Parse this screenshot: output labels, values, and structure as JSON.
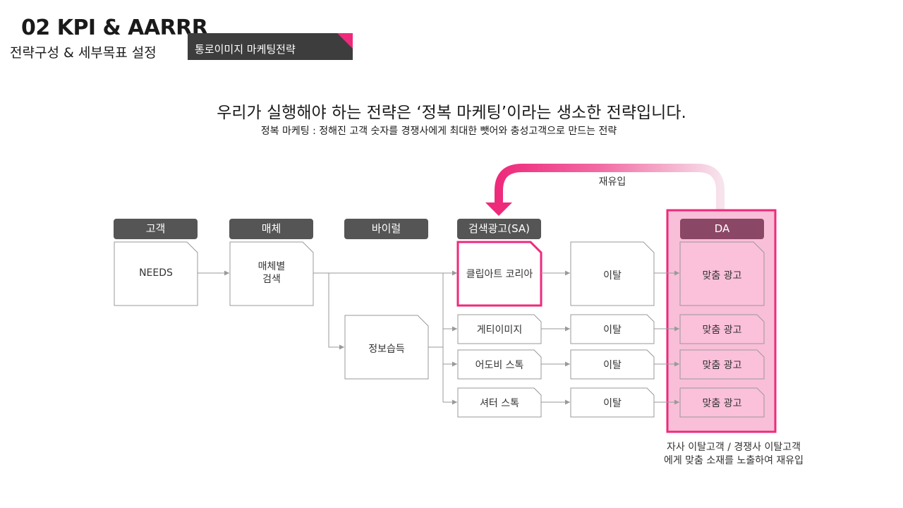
{
  "header": {
    "title": "02 KPI & AARRR",
    "subtitle": "전략구성 & 세부목표 설정",
    "tag": "통로이미지 마케팅전략"
  },
  "intro": {
    "headline": "우리가 실행해야 하는 전략은 ‘정복 마케팅’이라는 생소한 전략입니다.",
    "subline": "정복 마케팅 : 정해진 고객 숫자를 경쟁사에게 최대한 뺏어와 충성고객으로 만드는 전략"
  },
  "columns": {
    "customer": "고객",
    "media": "매체",
    "viral": "바이럴",
    "search_ad": "검색광고(SA)",
    "da": "DA"
  },
  "boxes": {
    "needs": "NEEDS",
    "media_search_line1": "매체별",
    "media_search_line2": "검색",
    "info": "정보습득",
    "client": "클립아트 코리아",
    "comp1": "게티이미지",
    "comp2": "어도비 스톡",
    "comp3": "셔터 스톡",
    "exit": "이탈",
    "ad": "맞춤 광고"
  },
  "loop_label": "재유입",
  "footnote": {
    "line1": "자사 이탈고객 / 경쟁사 이탈고객",
    "line2": "에게 맞춤 소재를 노출하여 재유입"
  },
  "colors": {
    "accent": "#ee2a7b",
    "da_fill": "#f9bfd8",
    "header_gray": "#555555",
    "da_header": "#8b4766"
  }
}
